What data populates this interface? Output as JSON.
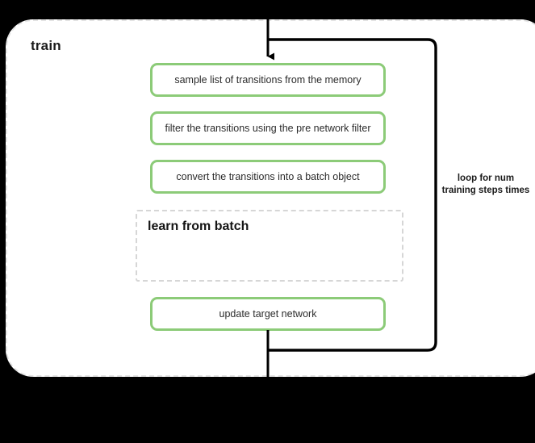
{
  "diagram": {
    "title": "train",
    "steps": [
      {
        "label": "sample list of transitions from the memory"
      },
      {
        "label": "filter the transitions using the pre network filter"
      },
      {
        "label": "convert the transitions into a batch object"
      },
      {
        "label": "update target network"
      }
    ],
    "group": {
      "title": "learn from batch"
    },
    "loop": {
      "label": "loop for num training steps times"
    },
    "colors": {
      "background": "#000000",
      "panel": "#ffffff",
      "panel_border": "#e3e3e3",
      "step_border": "#8ccb78",
      "group_border": "#d6d6d6",
      "flow_line": "#000000",
      "text": "#1b1b1b"
    }
  }
}
